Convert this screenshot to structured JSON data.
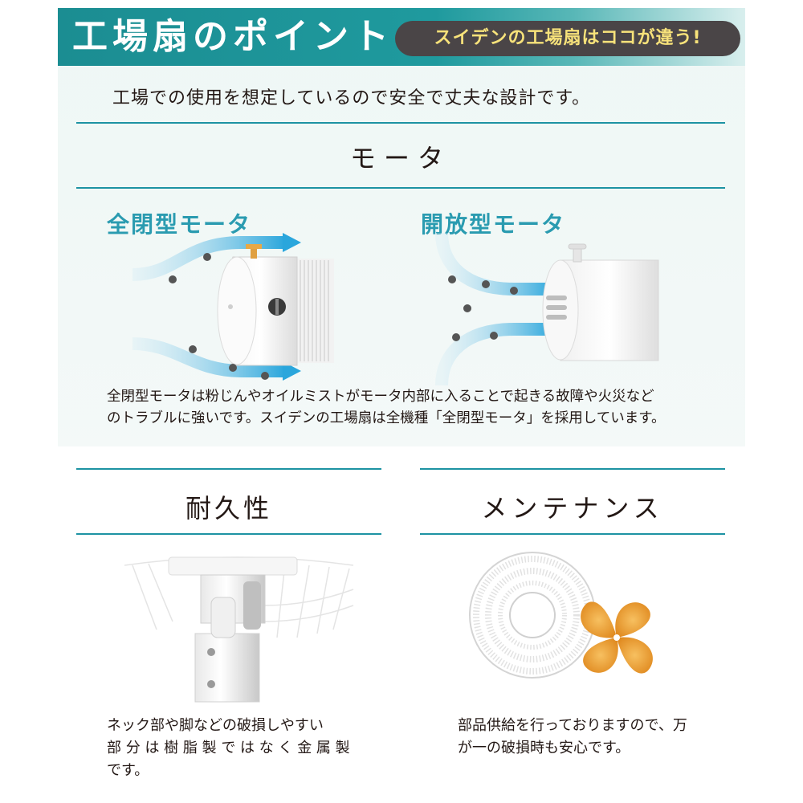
{
  "header": {
    "title": "工場扇のポイント",
    "badge": "スイデンの工場扇はココが違う!"
  },
  "intro": "工場での使用を想定しているので安全で丈夫な設計です。",
  "motor_section": {
    "title": "モータ",
    "closed_label": "全閉型モータ",
    "open_label": "開放型モータ",
    "description_lines": [
      "全閉型モータは粉じんやオイルミストがモータ内部に入ることで起きる故障や火災など",
      "のトラブルに強いです。スイデンの工場扇は全機種「全閉型モータ」を採用しています。"
    ]
  },
  "durability": {
    "title": "耐久性",
    "lines": [
      "ネック部や脚などの破損しやすい",
      "部 分 は 樹 脂 製 で は な く 金 属 製",
      "です。"
    ]
  },
  "maintenance": {
    "title": "メンテナンス",
    "lines": [
      "部品供給を行っておりますので、万",
      "が一の破損時も安心です。"
    ]
  },
  "colors": {
    "accent": "#1d93a3",
    "header_bg": "#1b8d92",
    "badge_bg": "#4a4547",
    "badge_text": "#f7e27a",
    "motor_label": "#2a9bb0",
    "fan_blade": "#f0a030"
  }
}
